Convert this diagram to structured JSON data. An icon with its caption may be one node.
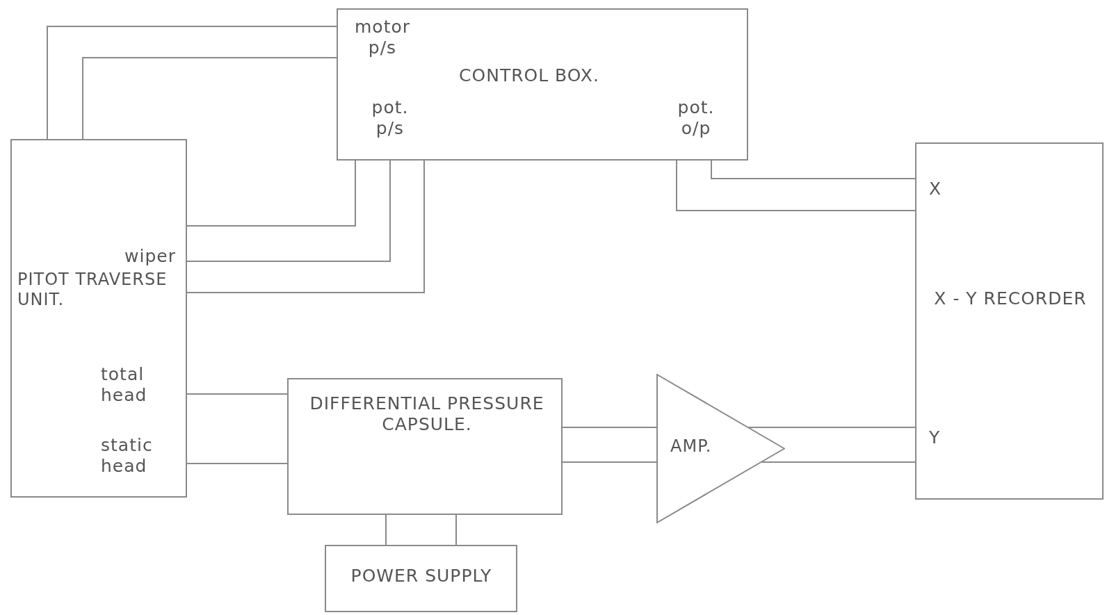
{
  "diagram": {
    "nodes": [
      {
        "text": [
          "motor p/s",
          "CONTROL BOX.",
          "pot. p/s",
          "pot. o/p"
        ]
      },
      {
        "text": [
          "wiper",
          "PITOT TRAVERSE UNIT.",
          "total head",
          "static head"
        ]
      },
      {
        "text": [
          "X",
          "X - Y RECORDER",
          "Y"
        ]
      },
      {
        "text": [
          "DIFFERENTIAL PRESSURE CAPSULE."
        ]
      },
      {
        "text": [
          "AMP."
        ]
      },
      {
        "text": [
          "POWER SUPPLY"
        ]
      }
    ],
    "edges": [
      {
        "from": 1,
        "to": 0,
        "arrow": "none"
      },
      {
        "from": 1,
        "to": 0,
        "arrow": "none"
      },
      {
        "from": 0,
        "to": 1,
        "arrow": "none"
      },
      {
        "from": 0,
        "to": 1,
        "arrow": "none"
      },
      {
        "from": 0,
        "to": 1,
        "arrow": "none"
      },
      {
        "from": 0,
        "to": 2,
        "arrow": "none"
      },
      {
        "from": 0,
        "to": 2,
        "arrow": "none"
      },
      {
        "from": 1,
        "to": 3,
        "arrow": "none"
      },
      {
        "from": 1,
        "to": 3,
        "arrow": "none"
      },
      {
        "from": 3,
        "to": 4,
        "arrow": "none"
      },
      {
        "from": 3,
        "to": 4,
        "arrow": "none"
      },
      {
        "from": 4,
        "to": 2,
        "arrow": "none"
      },
      {
        "from": 4,
        "to": 2,
        "arrow": "none"
      },
      {
        "from": 3,
        "to": 5,
        "arrow": "none"
      },
      {
        "from": 3,
        "to": 5,
        "arrow": "none"
      }
    ]
  }
}
